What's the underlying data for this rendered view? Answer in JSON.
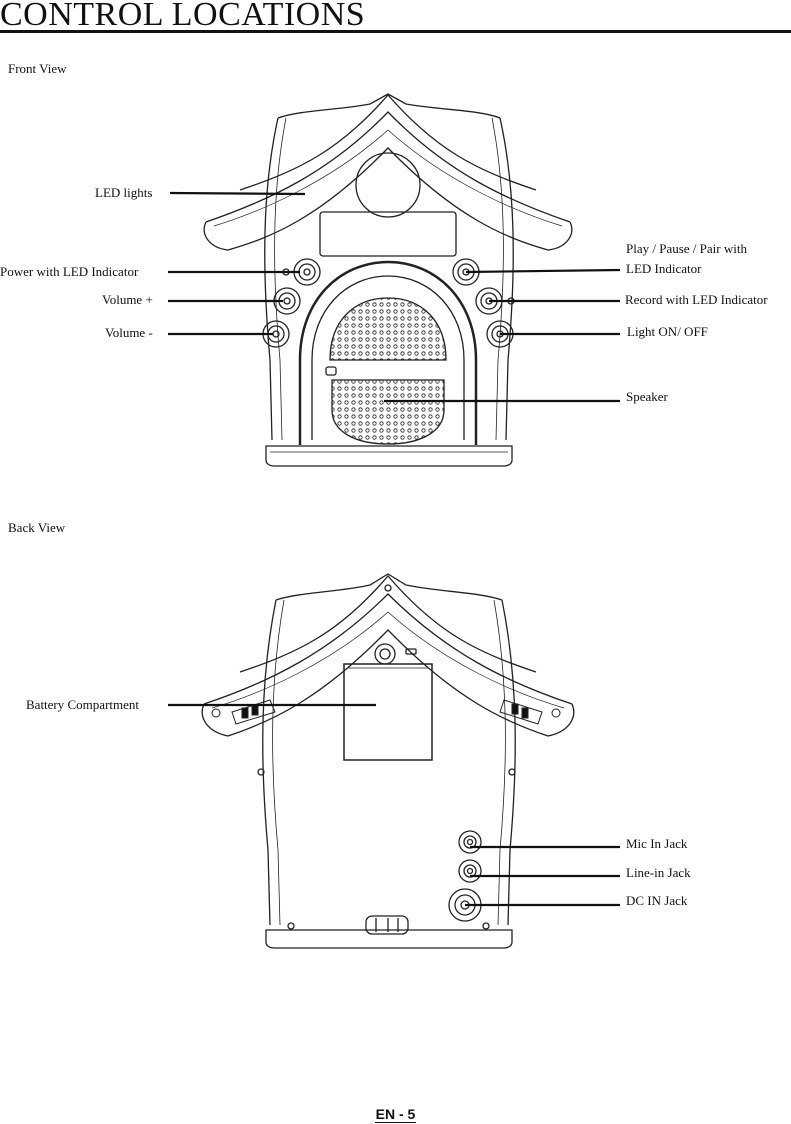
{
  "header": {
    "title": "CONTROL LOCATIONS"
  },
  "front_view": {
    "label": "Front  View",
    "callouts": {
      "led_lights": "LED lights",
      "power": "Power with LED Indicator",
      "volume_up": "Volume +",
      "volume_down": "Volume -",
      "play_line1": "Play / Pause / Pair with",
      "play_line2": "LED Indicator",
      "record": "Record with LED Indicator",
      "light": "Light ON/ OFF",
      "speaker": "Speaker"
    }
  },
  "back_view": {
    "label": "Back  View",
    "callouts": {
      "battery": "Battery Compartment",
      "mic_in": "Mic In Jack",
      "line_in": "Line-in Jack",
      "dc_in": "DC IN Jack"
    }
  },
  "footer": {
    "page": "EN - 5"
  }
}
